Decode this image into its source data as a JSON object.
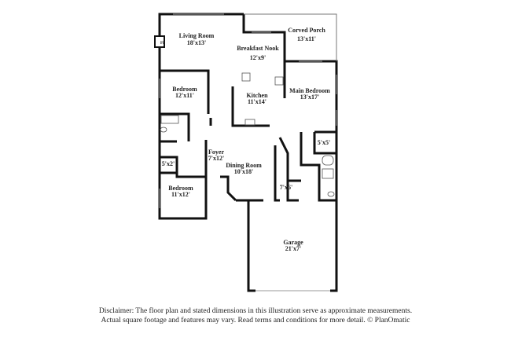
{
  "rooms": [
    {
      "name": "Living Room",
      "dims": "18'x13'"
    },
    {
      "name": "Breakfast Nook",
      "dims": "12'x9'"
    },
    {
      "name": "Corved Porch",
      "dims": "13'x11'"
    },
    {
      "name": "Bedroom",
      "dims": "12'x11'"
    },
    {
      "name": "Kitchen",
      "dims": "11'x14'"
    },
    {
      "name": "Main Bedroom",
      "dims": "13'x17'"
    },
    {
      "name": "Foyer",
      "dims": "7'x12'"
    },
    {
      "name": "",
      "dims": "5'x5'"
    },
    {
      "name": "",
      "dims": "5'x2'"
    },
    {
      "name": "Dining Room",
      "dims": "10'x18'"
    },
    {
      "name": "Bedroom",
      "dims": "11'x12'"
    },
    {
      "name": "",
      "dims": "7'x6'"
    },
    {
      "name": "Garage",
      "dims": "21'x7'"
    }
  ],
  "fireplace_label": "FP",
  "disclaimer": {
    "line1": "Disclaimer: The floor plan and stated dimensions in this illustration serve as approximate measurements.",
    "line2": "Actual square footage and features may vary. Read terms and conditions for more detail. © PlanOmatic"
  }
}
